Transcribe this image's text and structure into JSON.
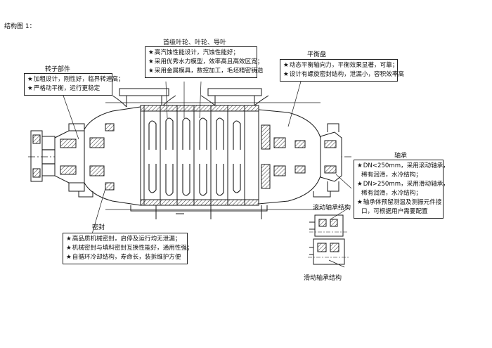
{
  "page_label": "结构图 1：",
  "impeller": {
    "title": "首级叶轮、叶轮、导叶",
    "lines": [
      "高汽蚀性能设计，汽蚀性能好；",
      "采用优秀水力模型，效率高且高效区宽；",
      "采用金属模具，数控加工，毛坯精密铸造"
    ]
  },
  "rotor": {
    "title": "转子部件",
    "lines": [
      "加粗设计，刚性好，临界转速高；",
      "严格动平衡，运行更稳定"
    ]
  },
  "balance": {
    "title": "平衡盘",
    "lines": [
      "动态平衡轴向力，平衡效果显著，可靠；",
      "设计有螺旋密封结构，泄漏小，容积效率高"
    ]
  },
  "bearing": {
    "title": "轴承",
    "lines": [
      "DN<250mm，采用滚动轴承，",
      "稀有润滑，水冷结构；",
      "DN>250mm，采用滑动轴承，",
      "稀有润滑，水冷结构；",
      "轴承体预留测温及测振元件接",
      "口，可根据用户需要配置"
    ]
  },
  "seal": {
    "title": "密封",
    "lines": [
      "高品质机械密封，启停及运行均无泄漏；",
      "机械密封与填料密封互换性能好，通用性强；",
      "自循环冷却结构，寿命长，装拆维护方便"
    ]
  },
  "rolling_label": "滚动轴承结构",
  "sliding_label": "滑动轴承结构",
  "star": "★",
  "colors": {
    "line": "#1a1a1a",
    "paper": "#ffffff"
  }
}
